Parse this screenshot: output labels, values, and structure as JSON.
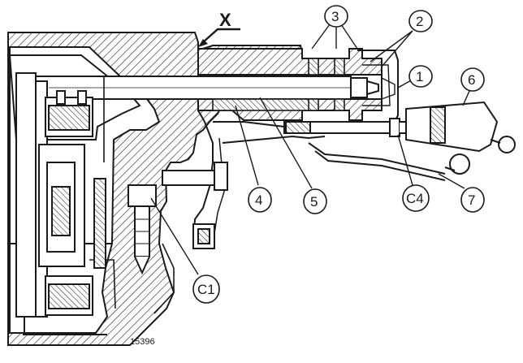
{
  "diagram": {
    "section_label": "X",
    "reference_number": "15396",
    "callouts": [
      {
        "id": "c1",
        "label": "1"
      },
      {
        "id": "c2",
        "label": "2"
      },
      {
        "id": "c3",
        "label": "3"
      },
      {
        "id": "c4",
        "label": "4"
      },
      {
        "id": "c5",
        "label": "5"
      },
      {
        "id": "c6",
        "label": "6"
      },
      {
        "id": "c7",
        "label": "7"
      },
      {
        "id": "cC4",
        "label": "C4"
      },
      {
        "id": "cC1",
        "label": "C1"
      }
    ]
  }
}
